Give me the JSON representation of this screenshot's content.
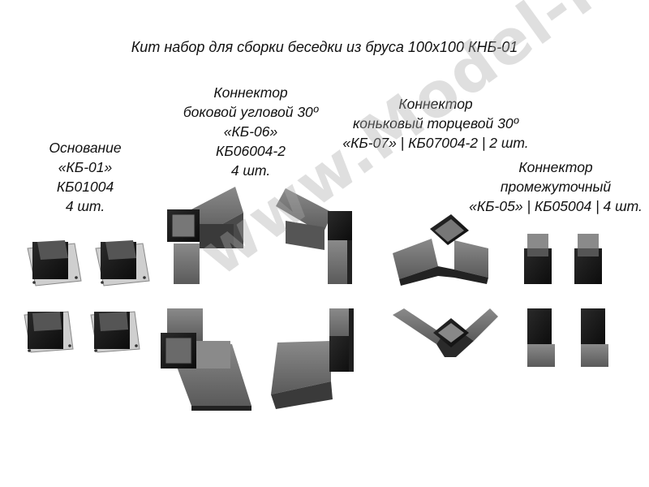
{
  "title": "Кит набор для сборки беседки из бруса 100х100 КНБ-01",
  "watermark": "www.Model-r.ru",
  "colors": {
    "metal_dark": "#1a1a1a",
    "metal_face": "#6e6e6e",
    "metal_light": "#9a9a9a"
  },
  "products": [
    {
      "id": "base",
      "lines": [
        "Основание",
        "«КБ-01»",
        "КБ01004",
        "4 шт."
      ]
    },
    {
      "id": "side-corner",
      "lines": [
        "Коннектор",
        "боковой угловой 30º",
        "«КБ-06»",
        "КБ06004-2",
        "4 шт."
      ]
    },
    {
      "id": "ridge-end",
      "lines": [
        "Коннектор",
        "коньковый торцевой 30º",
        "«КБ-07» | КБ07004-2 | 2 шт."
      ]
    },
    {
      "id": "intermediate",
      "lines": [
        "Коннектор",
        "промежуточный",
        "«КБ-05» | КБ05004 | 4 шт."
      ]
    }
  ]
}
